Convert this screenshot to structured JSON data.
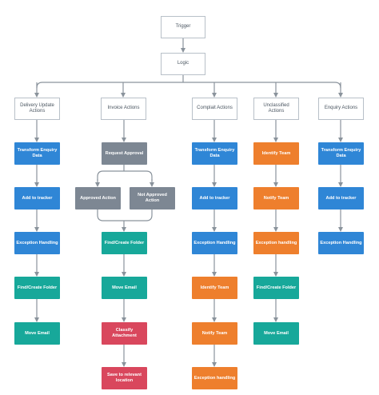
{
  "nodes": {
    "trigger": {
      "label": "Trigger"
    },
    "logic": {
      "label": "Logic"
    },
    "delivery_update": {
      "label": "Delivery Update Actions"
    },
    "invoice": {
      "label": "Invoice Actions"
    },
    "complaint": {
      "label": "Complait Actions"
    },
    "unclassified": {
      "label": "Unclassified Actions"
    },
    "enquiry": {
      "label": "Enquiry Actions"
    },
    "du_transform": {
      "label": "Transform Enquiry Data"
    },
    "du_add_tracker": {
      "label": "Add to tracker"
    },
    "du_exception": {
      "label": "Exception Handling"
    },
    "du_find_folder": {
      "label": "Find/Create Folder"
    },
    "du_move_email": {
      "label": "Move Email"
    },
    "inv_request_approval": {
      "label": "Request Approval"
    },
    "inv_approved": {
      "label": "Approved Action"
    },
    "inv_not_approved": {
      "label": "Not Approved Action"
    },
    "inv_find_folder": {
      "label": "Find/Create Folder"
    },
    "inv_move_email": {
      "label": "Move Email"
    },
    "inv_classify": {
      "label": "Classify Attachment"
    },
    "inv_save": {
      "label": "Save to relevant location"
    },
    "cmp_transform": {
      "label": "Transform Enquiry Data"
    },
    "cmp_add_tracker": {
      "label": "Add to tracker"
    },
    "cmp_exception": {
      "label": "Exception Handling"
    },
    "cmp_identify": {
      "label": "Identify Team"
    },
    "cmp_notify": {
      "label": "Notify Team"
    },
    "cmp_exception_handling": {
      "label": "Exception handling"
    },
    "unc_identify": {
      "label": "Identify Team"
    },
    "unc_notify": {
      "label": "Notify Team"
    },
    "unc_exception": {
      "label": "Exception handling"
    },
    "unc_find_folder": {
      "label": "Find/Create Folder"
    },
    "unc_move_email": {
      "label": "Move Email"
    },
    "enq_transform": {
      "label": "Transform Enquiry Data"
    },
    "enq_add_tracker": {
      "label": "Add to tracker"
    },
    "enq_exception": {
      "label": "Exception Handling"
    }
  },
  "colors": {
    "blue": "#2f86d6",
    "teal": "#17a89a",
    "gray": "#7d8793",
    "orange": "#ee7f2d",
    "red": "#d9475d",
    "connector": "#8a939c",
    "outline_border": "#b8c0c8"
  }
}
